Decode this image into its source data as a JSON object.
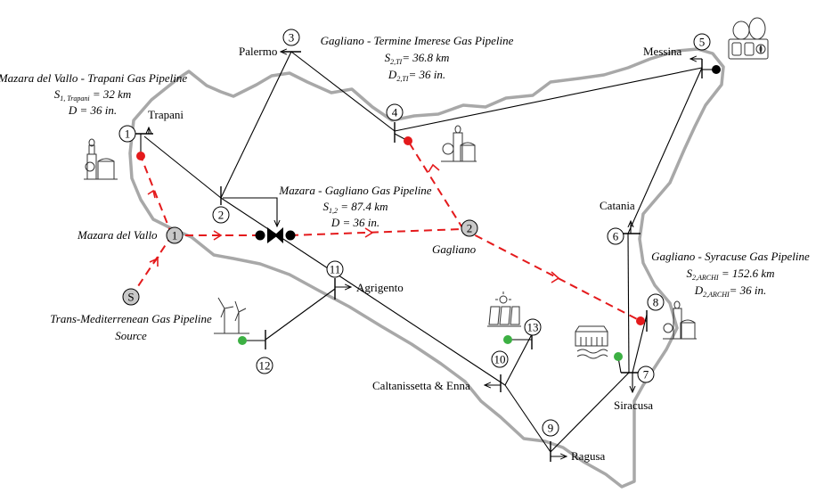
{
  "colors": {
    "gas_line": "#e41a1c",
    "red_dot": "#e41a1c",
    "green_dot": "#3cb043",
    "black_dot": "#000000",
    "gas_node_fill": "#c8c8c8",
    "coast": "#a8a8a8"
  },
  "electric_nodes": [
    {
      "id": "1",
      "label": "Trapani"
    },
    {
      "id": "2",
      "label": ""
    },
    {
      "id": "3",
      "label": "Palermo"
    },
    {
      "id": "4",
      "label": ""
    },
    {
      "id": "5",
      "label": "Messina"
    },
    {
      "id": "6",
      "label": "Catania"
    },
    {
      "id": "7",
      "label": "Siracusa"
    },
    {
      "id": "8",
      "label": ""
    },
    {
      "id": "9",
      "label": "Ragusa"
    },
    {
      "id": "10",
      "label": "Caltanissetta & Enna"
    },
    {
      "id": "11",
      "label": "Agrigento"
    },
    {
      "id": "12",
      "label": ""
    },
    {
      "id": "13",
      "label": ""
    }
  ],
  "gas_nodes": [
    {
      "id": "1",
      "label": "Mazara del Vallo"
    },
    {
      "id": "2",
      "label": "Gagliano"
    },
    {
      "id": "S",
      "label": "Trans-Mediterrenean Gas Pipeline",
      "label2": "Source"
    }
  ],
  "pipelines": {
    "trapani": {
      "title": "Mazara del Vallo - Trapani Gas Pipeline",
      "s_sym": "S",
      "s_sub": "1, Trapani",
      "s_val": " = 32 km",
      "d": "D = 36 in."
    },
    "termini": {
      "title": "Gagliano - Termine Imerese Gas Pipeline",
      "s_sym": "S",
      "s_sub": "2,TI",
      "s_val": "= 36.8 km",
      "d_sym": "D",
      "d_sub": "2,TI",
      "d_val": "= 36 in."
    },
    "mazara_gagliano": {
      "title": "Mazara  - Gagliano Gas Pipeline",
      "s_sym": "S",
      "s_sub": "1,2",
      "s_val": " = 87.4 km",
      "d": "D = 36 in."
    },
    "syracuse": {
      "title": "Gagliano - Syracuse Gas Pipeline",
      "s_sym": "S",
      "s_sub": "2,ARCHI",
      "s_val": " = 152.6 km",
      "d_sym": "D",
      "d_sub": "2,ARCHI",
      "d_val": "= 36 in."
    }
  }
}
